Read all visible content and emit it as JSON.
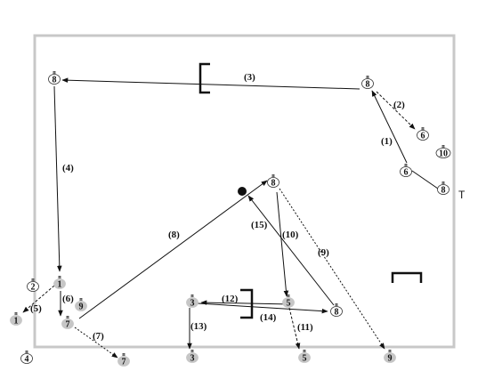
{
  "diagram": {
    "colors": {
      "field_border": "#c8c8c8",
      "line": "#111111",
      "team_a_fill": "#ffffff",
      "team_b_fill": "#c6c6c6"
    },
    "players": [
      {
        "id": "p8-tl",
        "number": "8",
        "mark": "п",
        "team": "a"
      },
      {
        "id": "p8-tr",
        "number": "8",
        "mark": "п",
        "team": "a"
      },
      {
        "id": "p6-a",
        "number": "6",
        "mark": "п",
        "team": "a"
      },
      {
        "id": "p10",
        "number": "10",
        "mark": "п",
        "team": "a"
      },
      {
        "id": "p6-b",
        "number": "6",
        "mark": "п",
        "team": "a"
      },
      {
        "id": "p8-r",
        "number": "8",
        "mark": "п",
        "team": "a"
      },
      {
        "id": "p8-c",
        "number": "8",
        "mark": "п",
        "team": "a"
      },
      {
        "id": "p2",
        "number": "2",
        "mark": "п",
        "team": "a"
      },
      {
        "id": "p1-l",
        "number": "1",
        "mark": "п",
        "team": "b"
      },
      {
        "id": "p1-ll",
        "number": "1",
        "mark": "п",
        "team": "b"
      },
      {
        "id": "p9-l",
        "number": "9",
        "mark": "п",
        "team": "b"
      },
      {
        "id": "p7-l",
        "number": "7",
        "mark": "п",
        "team": "b"
      },
      {
        "id": "p4",
        "number": "4",
        "mark": "п",
        "team": "a"
      },
      {
        "id": "p7-b",
        "number": "7",
        "mark": "п",
        "team": "b"
      },
      {
        "id": "p3-m",
        "number": "3",
        "mark": "п",
        "team": "b"
      },
      {
        "id": "p3-b",
        "number": "3",
        "mark": "п",
        "team": "b"
      },
      {
        "id": "p5-m",
        "number": "5",
        "mark": "п",
        "team": "b"
      },
      {
        "id": "p8-m",
        "number": "8",
        "mark": "п",
        "team": "a"
      },
      {
        "id": "p5-b",
        "number": "5",
        "mark": "п",
        "team": "b"
      },
      {
        "id": "p9-b",
        "number": "9",
        "mark": "п",
        "team": "b"
      }
    ],
    "pass_labels": [
      "(1)",
      "(2)",
      "(3)",
      "(4)",
      "(5)",
      "(6)",
      "(7)",
      "(8)",
      "(9)",
      "(10)",
      "(11)",
      "(12)",
      "(13)",
      "(14)",
      "(15)"
    ],
    "side_letter": "T"
  }
}
